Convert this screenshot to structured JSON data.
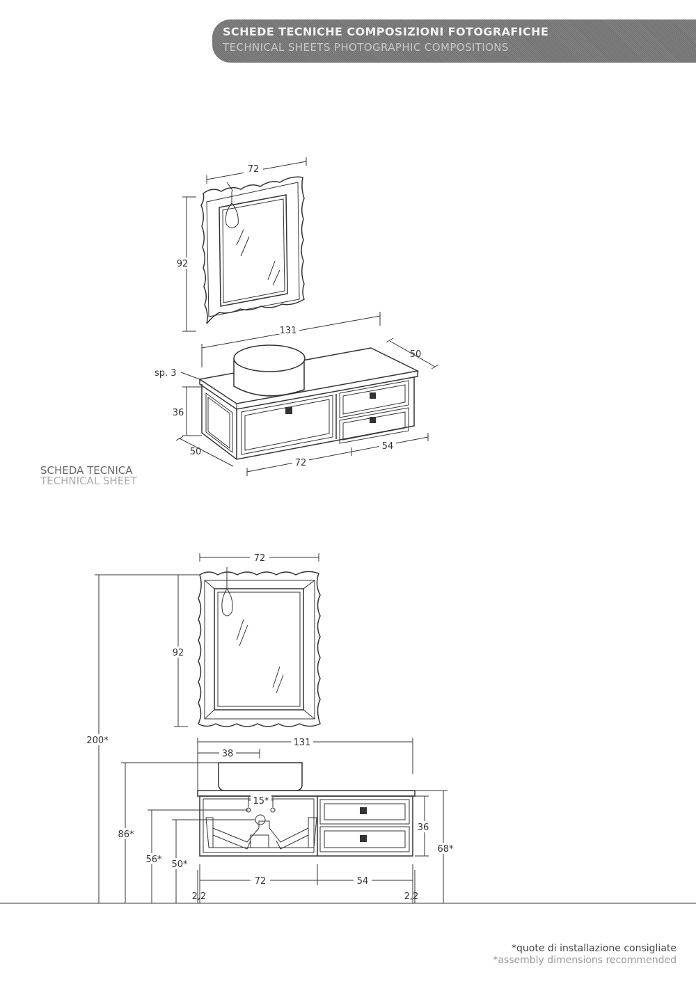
{
  "header": {
    "title": "SCHEDE TECNICHE COMPOSIZIONI FOTOGRAFICHE",
    "subtitle": "TECHNICAL SHEETS PHOTOGRAPHIC COMPOSITIONS"
  },
  "sheet_label": {
    "it": "SCHEDA TECNICA",
    "en": "TECHNICAL SHEET"
  },
  "perspective": {
    "mirror_width": "72",
    "mirror_height": "92",
    "total_width": "131",
    "depth_right": "50",
    "top_thickness": "sp. 3",
    "cabinet_height": "36",
    "depth_left": "50",
    "left_module": "72",
    "right_module": "54"
  },
  "front": {
    "mirror_width": "72",
    "mirror_height": "92",
    "total_height": "200*",
    "total_width": "131",
    "basin_offset": "38",
    "basin_height": "86*",
    "drain_spacing": "15*",
    "drain_height_a": "56*",
    "drain_height_b": "50*",
    "cabinet_height": "36",
    "bottom_height": "68*",
    "left_module": "72",
    "right_module": "54",
    "gap_left": "2,2",
    "gap_right": "2,2"
  },
  "footnote": {
    "it": "*quote di installazione consigliate",
    "en": "*assembly dimensions recommended"
  }
}
